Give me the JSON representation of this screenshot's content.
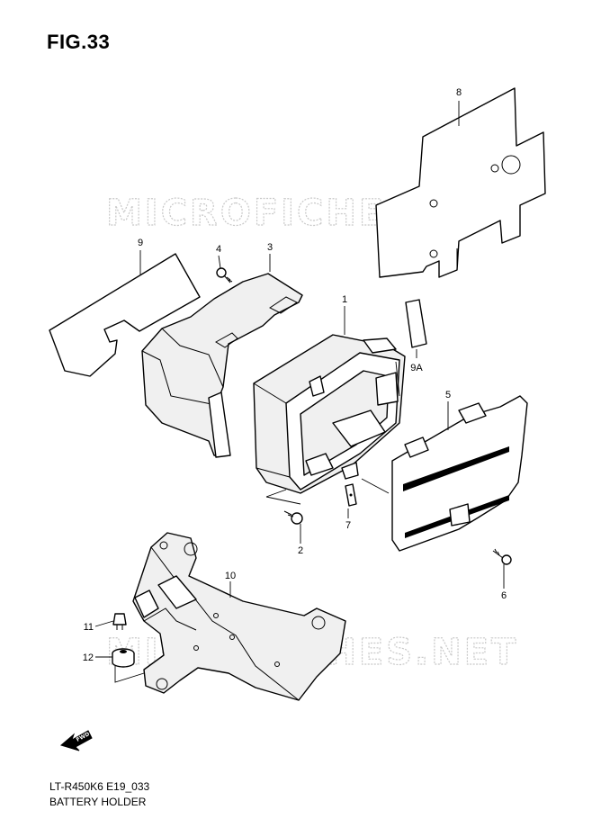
{
  "figure": {
    "title": "FIG.33",
    "model_code": "LT-R450K6 E19_033",
    "caption": "BATTERY HOLDER"
  },
  "watermark": {
    "top": "MICROFICHES.NET",
    "bottom": "MICROFICHES.NET"
  },
  "fwd_arrow": {
    "label": "FWD"
  },
  "callouts": {
    "p1": "1",
    "p2": "2",
    "p3": "3",
    "p4": "4",
    "p5": "5",
    "p6": "6",
    "p7": "7",
    "p8": "8",
    "p9": "9",
    "p9a": "9A",
    "p10": "10",
    "p11": "11",
    "p12": "12"
  }
}
